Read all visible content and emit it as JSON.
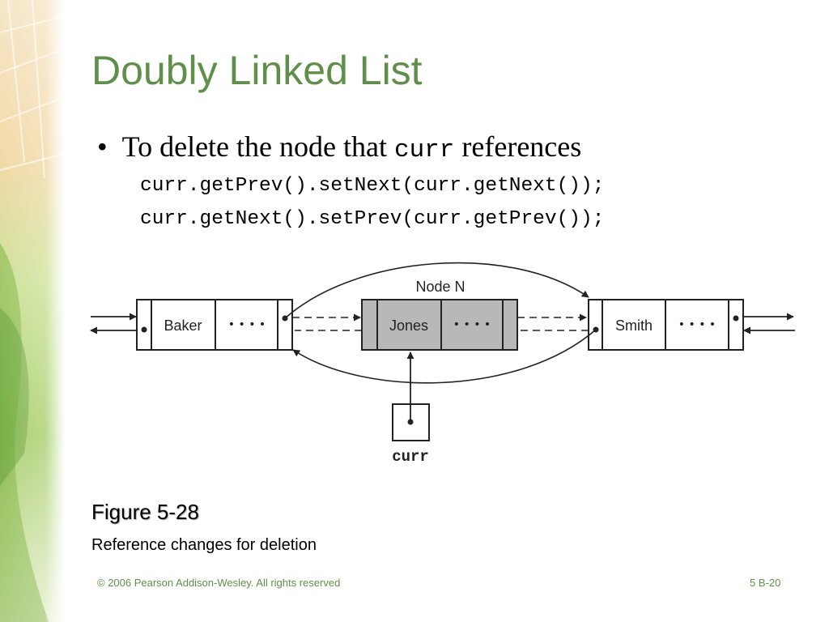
{
  "slide": {
    "title": "Doubly Linked List",
    "bullet_prefix": "To delete the node that",
    "bullet_code": "curr",
    "bullet_suffix": "references",
    "code_line_1": "curr.getPrev().setNext(curr.getNext());",
    "code_line_2": "curr.getNext().setPrev(curr.getPrev());"
  },
  "diagram": {
    "node_label": "Node N",
    "nodes": [
      "Baker",
      "Jones",
      "Smith"
    ],
    "dots": "• • • •",
    "pointer_label": "curr"
  },
  "figure": {
    "title": "Figure 5-28",
    "caption": "Reference changes for deletion"
  },
  "footer": {
    "copyright": "© 2006 Pearson Addison-Wesley. All rights reserved",
    "page": "5 B-20"
  },
  "colors": {
    "title_green": "#5f8f4a",
    "deleted_node_fill": "#b8b8b8"
  }
}
